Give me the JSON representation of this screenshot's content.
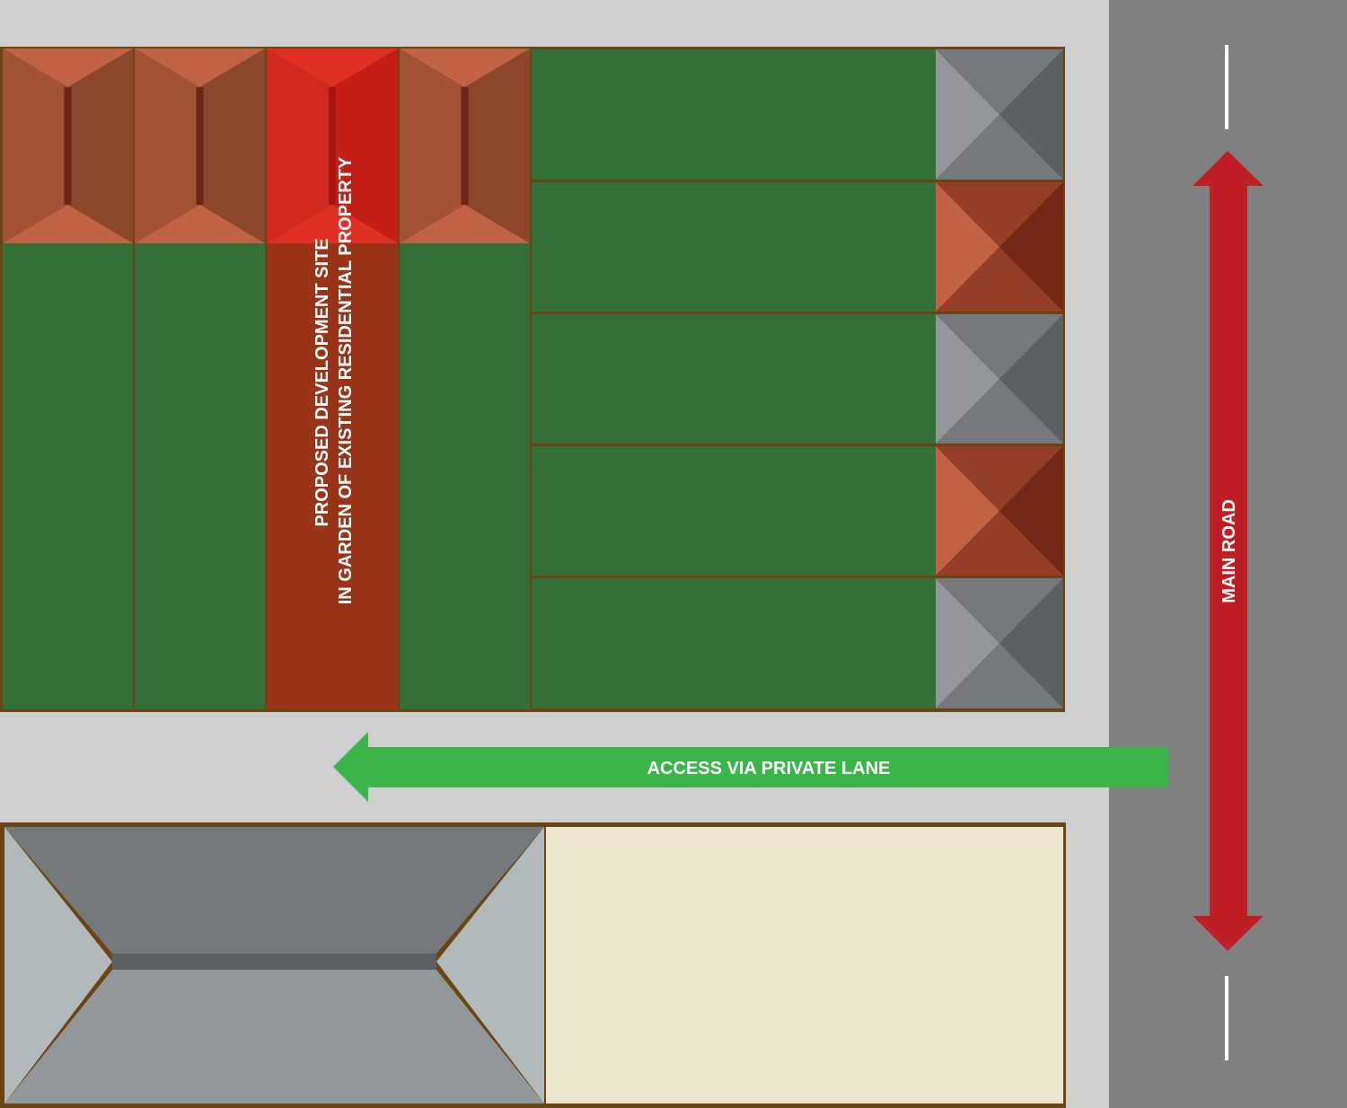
{
  "labels": {
    "site_line1": "PROPOSED DEVELOPMENT SITE",
    "site_line2": "IN GARDEN OF EXISTING RESIDENTIAL PROPERTY",
    "access": "ACCESS VIA PRIVATE LANE",
    "main_road": "MAIN ROAD"
  },
  "colors": {
    "ground": "#cfcfcf",
    "road": "#808080",
    "garden": "#336f37",
    "boundary": "#6b4413",
    "proposed_site": "#993419",
    "yard": "#ebe6cf",
    "access_arrow": "#3bb44a",
    "road_arrow": "#be1e24"
  }
}
